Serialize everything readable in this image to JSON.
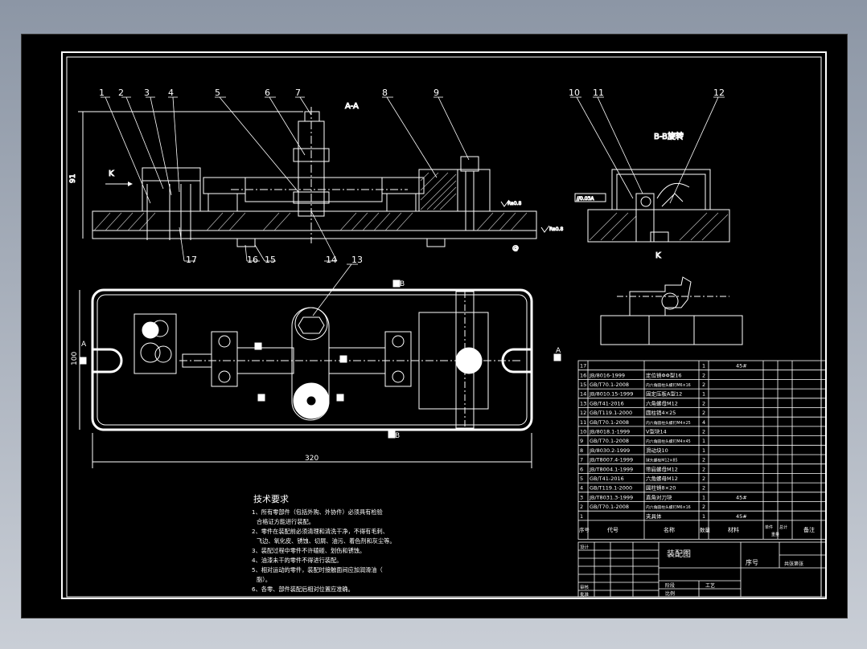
{
  "labels": {
    "section_aa": "A-A",
    "section_bb": "B-B旋转",
    "view_k": "K",
    "arrow_k": "K",
    "dim_height": "91",
    "dim_width_top": "100",
    "dim_length": "320",
    "datum_a_left": "A",
    "datum_a_right": "A",
    "datum_b_top": "B",
    "datum_b_bottom": "B",
    "tolerance": "//0.03A",
    "roughness_1": "Ra0.8",
    "roughness_2": "Ra0.8",
    "symbol_at": "@"
  },
  "balloons": [
    "1",
    "2",
    "3",
    "4",
    "5",
    "6",
    "7",
    "8",
    "9",
    "10",
    "11",
    "12",
    "13",
    "14",
    "15",
    "16",
    "17"
  ],
  "tech": {
    "title": "技术要求",
    "lines": [
      "1、所有零部件（包括外购、外协件）必须具有检验",
      "合格证方能进行装配。",
      "2、零件在装配前必须清理和清洗干净，不得有毛刺、",
      "飞边、氧化皮、锈蚀、切屑、油污、着色剂和灰尘等。",
      "3、装配过程中零件不许磕碰、划伤和锈蚀。",
      "4、油漆未干的零件不得进行装配。",
      "5、相对运动的零件，装配时接触面间应加润滑油（",
      "脂）。",
      "6、各零、部件装配后相对位置应准确。"
    ]
  },
  "bom": {
    "rows": [
      {
        "no": "17",
        "code": "",
        "name": "",
        "qty": "1",
        "material": "45#"
      },
      {
        "no": "16",
        "code": "JB/8016-1999",
        "name": "定位销ΦΦ型16",
        "qty": "2",
        "material": ""
      },
      {
        "no": "15",
        "code": "GB/T70.1-2008",
        "name": "内六角圆柱头螺钉M6×16",
        "qty": "2",
        "material": ""
      },
      {
        "no": "14",
        "code": "JB/8010.15-1999",
        "name": "固定压板A型12",
        "qty": "1",
        "material": ""
      },
      {
        "no": "13",
        "code": "GB/T41-2016",
        "name": "六角螺母M12",
        "qty": "2",
        "material": ""
      },
      {
        "no": "12",
        "code": "GB/T119.1-2000",
        "name": "圆柱销4×25",
        "qty": "2",
        "material": ""
      },
      {
        "no": "11",
        "code": "GB/T70.1-2008",
        "name": "内六角圆柱头螺钉M4×25",
        "qty": "4",
        "material": ""
      },
      {
        "no": "10",
        "code": "JB/8018.1-1999",
        "name": "V型块14",
        "qty": "2",
        "material": ""
      },
      {
        "no": "9",
        "code": "GB/T70.1-2008",
        "name": "内六角圆柱头螺钉M4×45",
        "qty": "1",
        "material": ""
      },
      {
        "no": "8",
        "code": "JB/8030.2-1999",
        "name": "滑动块10",
        "qty": "1",
        "material": ""
      },
      {
        "no": "7",
        "code": "JB/T8007.4-1999",
        "name": "球头螺栓M12×85",
        "qty": "2",
        "material": ""
      },
      {
        "no": "6",
        "code": "JB/T8004.1-1999",
        "name": "带肩螺母M12",
        "qty": "2",
        "material": ""
      },
      {
        "no": "5",
        "code": "GB/T41-2016",
        "name": "六角螺母M12",
        "qty": "2",
        "material": ""
      },
      {
        "no": "4",
        "code": "GB/T119.1-2000",
        "name": "圆柱销8×20",
        "qty": "2",
        "material": ""
      },
      {
        "no": "3",
        "code": "JB/T8031.3-1999",
        "name": "直角对刀块",
        "qty": "1",
        "material": "45#"
      },
      {
        "no": "2",
        "code": "GB/T70.1-2008",
        "name": "内六角圆柱头螺钉M6×16",
        "qty": "2",
        "material": ""
      },
      {
        "no": "1",
        "code": "",
        "name": "夹具体",
        "qty": "1",
        "material": "45#"
      }
    ],
    "header": {
      "no": "序号",
      "code": "代号",
      "name": "名称",
      "qty": "数量",
      "material": "材料",
      "unit": "单件",
      "total": "总计",
      "weight": "重量",
      "note": "备注"
    }
  },
  "titleblock": {
    "drawing_name": "装配图",
    "serial": "序号",
    "sheet": "共张第张",
    "design": "设计",
    "check": "审核",
    "approve": "批准",
    "craft": "工艺",
    "stage": "阶段",
    "scale": "比例"
  }
}
